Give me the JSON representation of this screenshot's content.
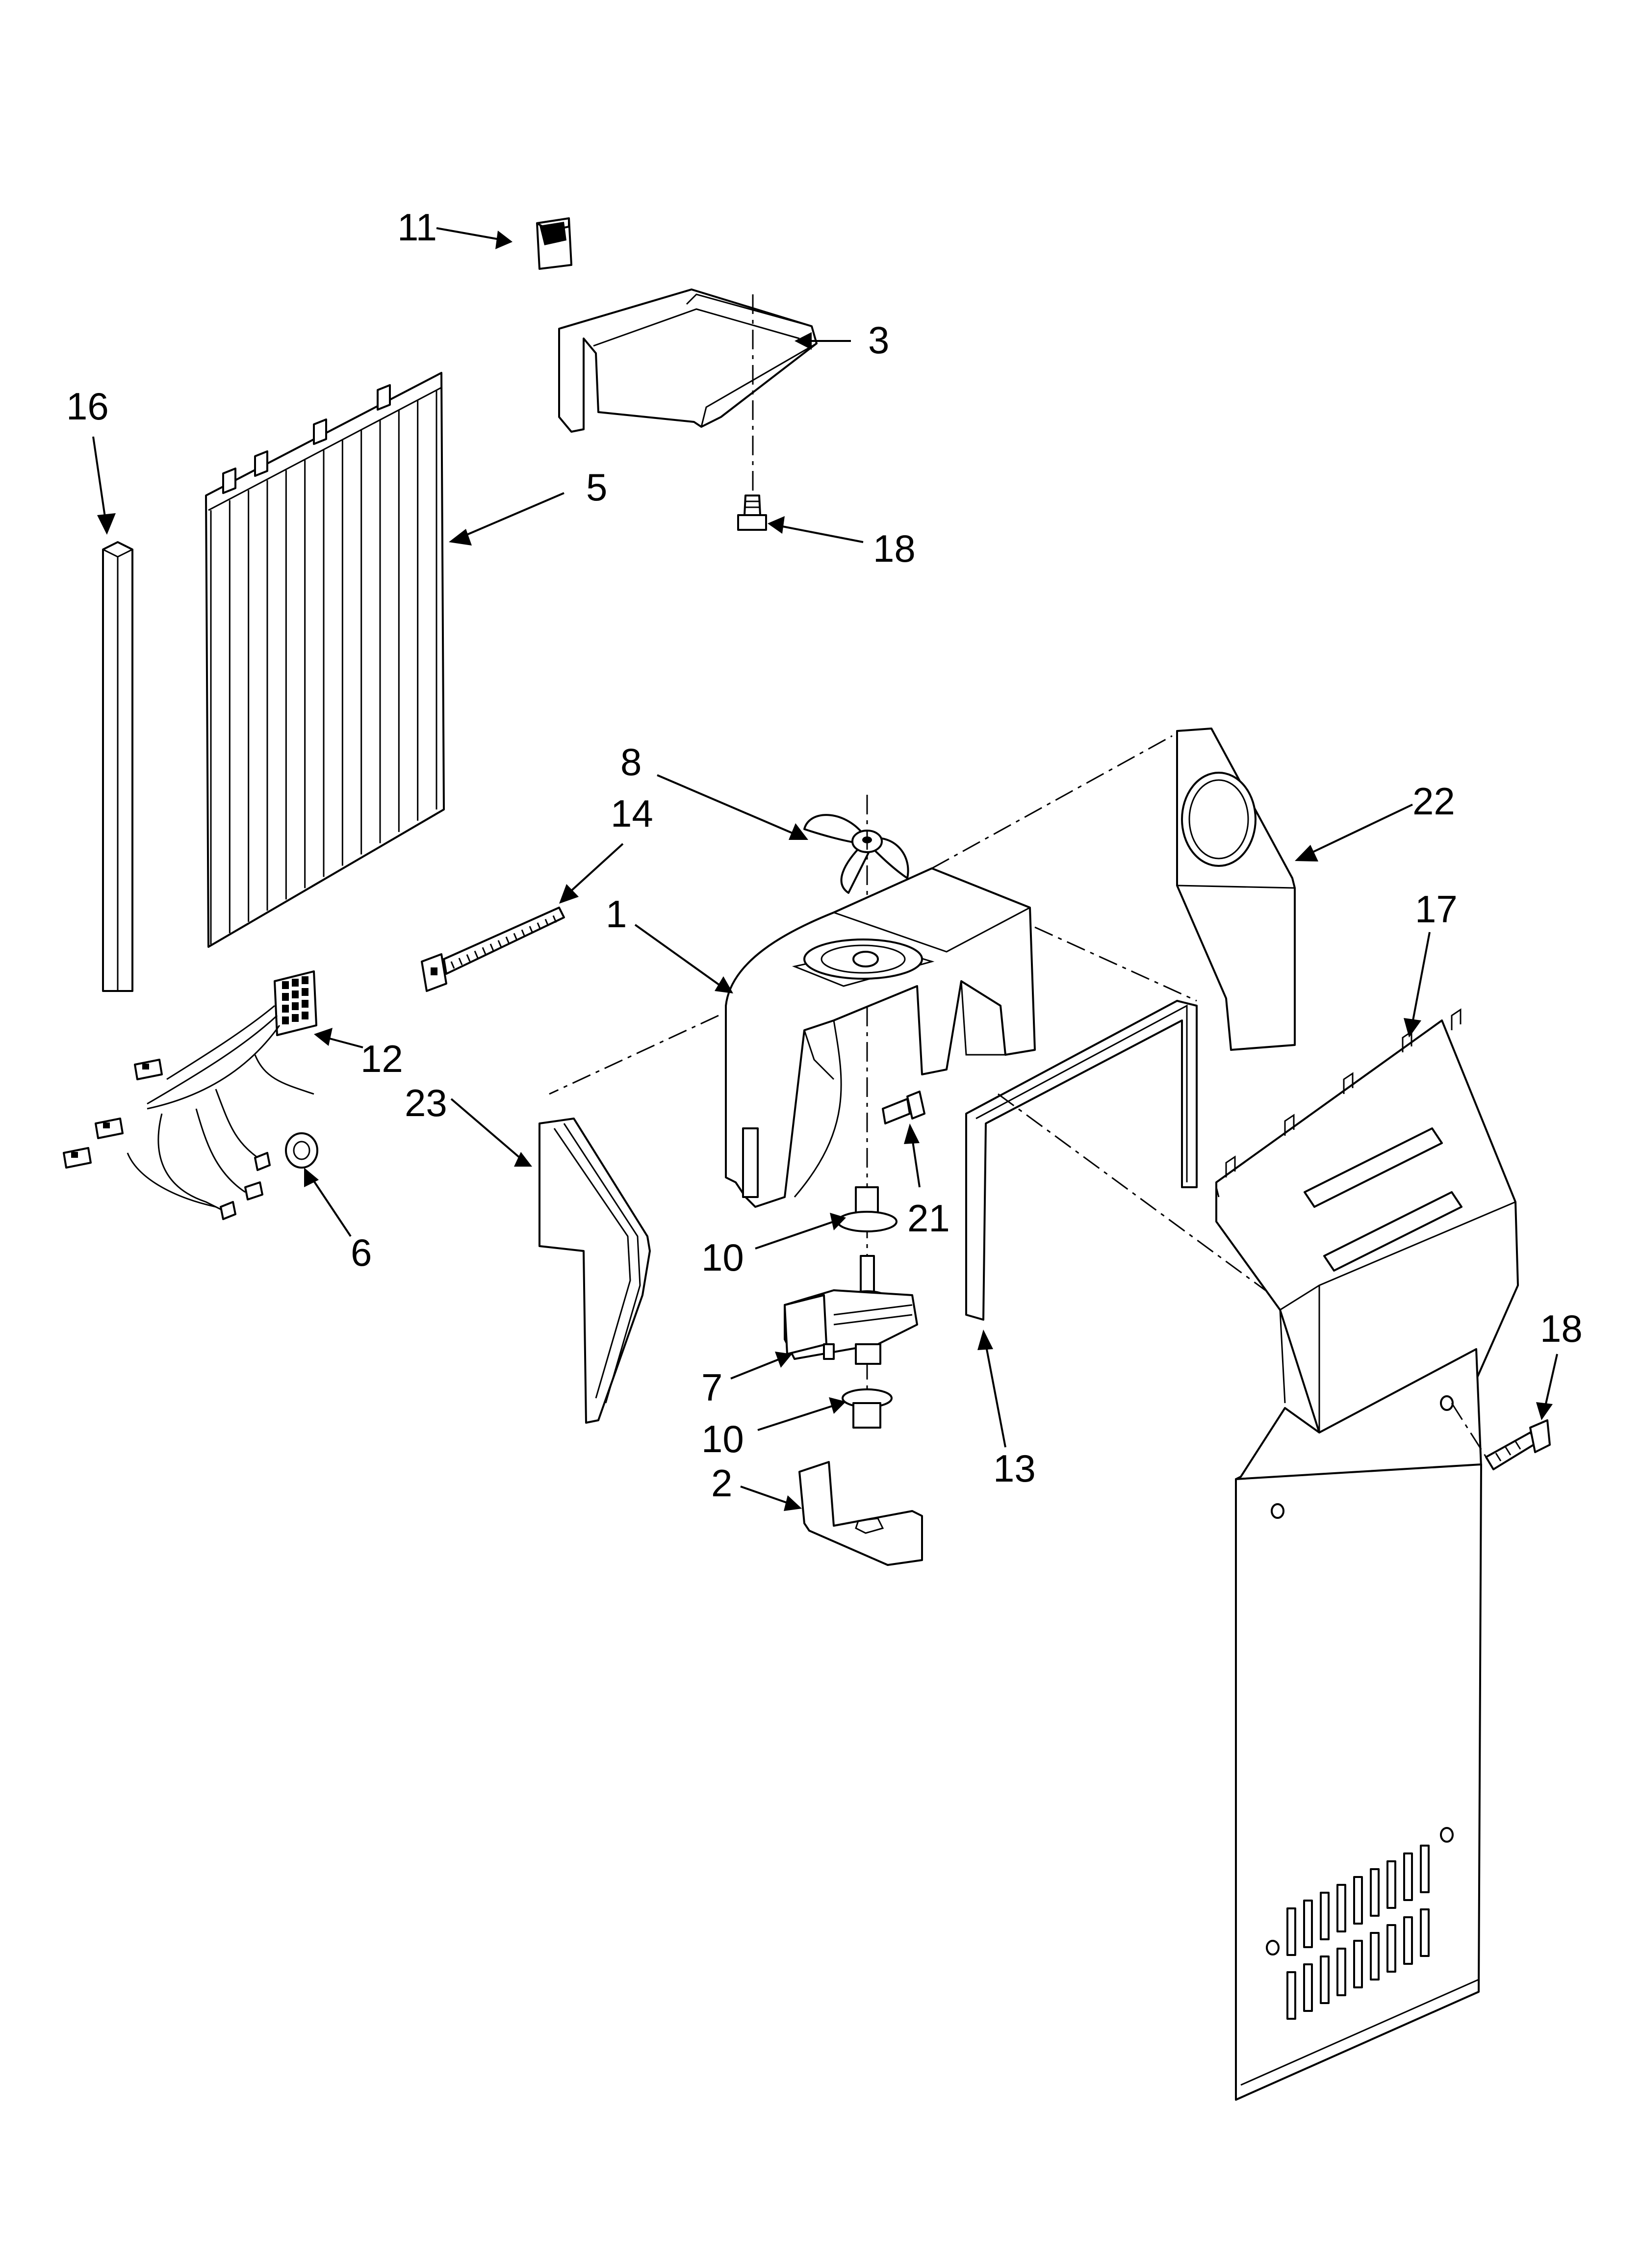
{
  "callouts": [
    {
      "id": "p11",
      "text": "11"
    },
    {
      "id": "p3",
      "text": "3"
    },
    {
      "id": "p16",
      "text": "16"
    },
    {
      "id": "p5",
      "text": "5"
    },
    {
      "id": "p18a",
      "text": "18"
    },
    {
      "id": "p8",
      "text": "8"
    },
    {
      "id": "p22",
      "text": "22"
    },
    {
      "id": "p14",
      "text": "14"
    },
    {
      "id": "p1",
      "text": "1"
    },
    {
      "id": "p17",
      "text": "17"
    },
    {
      "id": "p12",
      "text": "12"
    },
    {
      "id": "p23",
      "text": "23"
    },
    {
      "id": "p21",
      "text": "21"
    },
    {
      "id": "p6",
      "text": "6"
    },
    {
      "id": "p10a",
      "text": "10"
    },
    {
      "id": "p18b",
      "text": "18"
    },
    {
      "id": "p7",
      "text": "7"
    },
    {
      "id": "p10b",
      "text": "10"
    },
    {
      "id": "p13",
      "text": "13"
    },
    {
      "id": "p2",
      "text": "2"
    }
  ],
  "colors": {
    "ink": "#000000",
    "paper": "#ffffff"
  }
}
